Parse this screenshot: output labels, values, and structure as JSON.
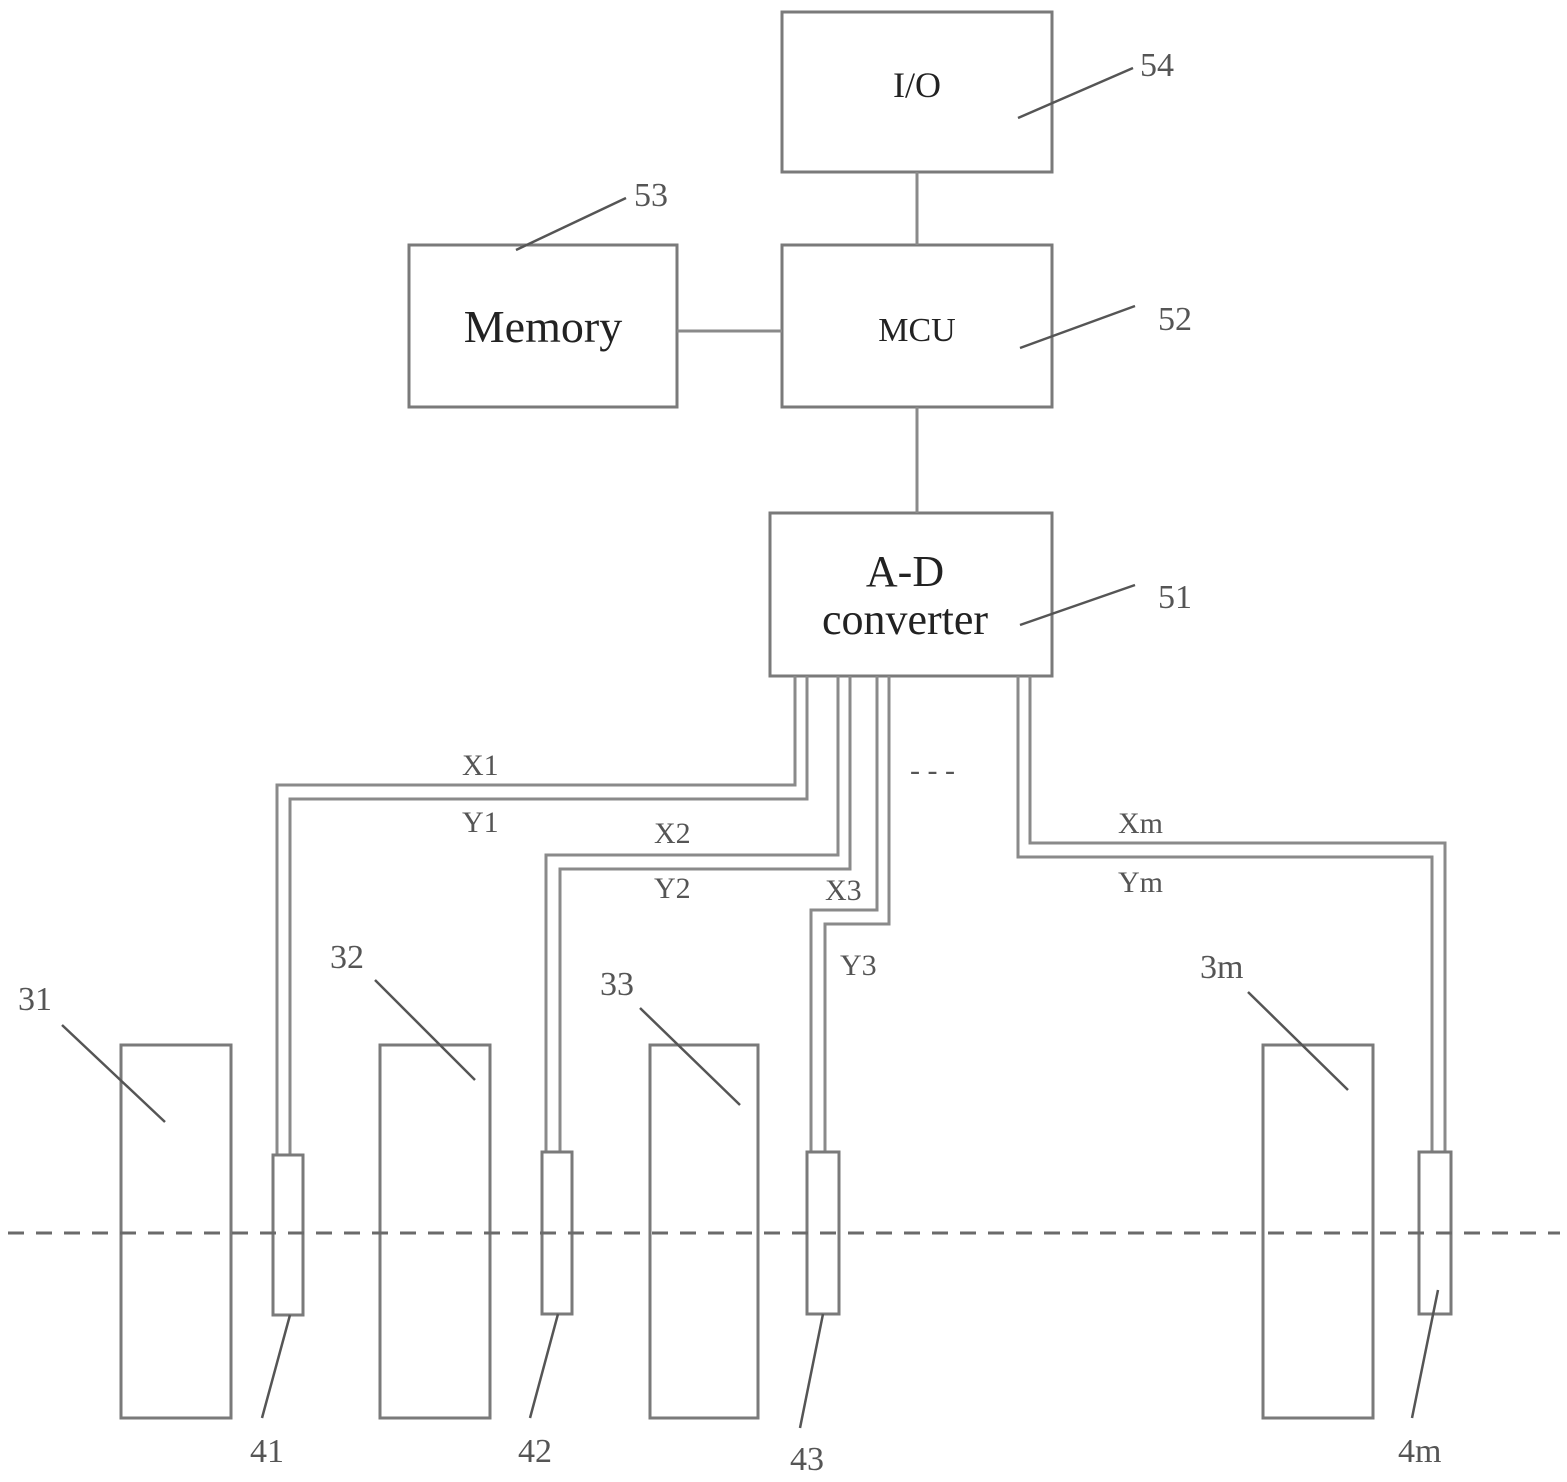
{
  "blocks": {
    "io": {
      "label": "I/O",
      "ref": "54"
    },
    "mcu": {
      "label": "MCU",
      "ref": "52"
    },
    "memory": {
      "label": "Memory",
      "ref": "53"
    },
    "adc": {
      "label_line1": "A-D",
      "label_line2": "converter",
      "ref": "51"
    }
  },
  "signals": {
    "x1": "X1",
    "y1": "Y1",
    "x2": "X2",
    "y2": "Y2",
    "x3": "X3",
    "y3": "Y3",
    "xm": "Xm",
    "ym": "Ym",
    "ellipsis": "- - -"
  },
  "elements": {
    "e1": "31",
    "e2": "32",
    "e3": "33",
    "em": "3m"
  },
  "sensors": {
    "s1": "41",
    "s2": "42",
    "s3": "43",
    "sm": "4m"
  }
}
